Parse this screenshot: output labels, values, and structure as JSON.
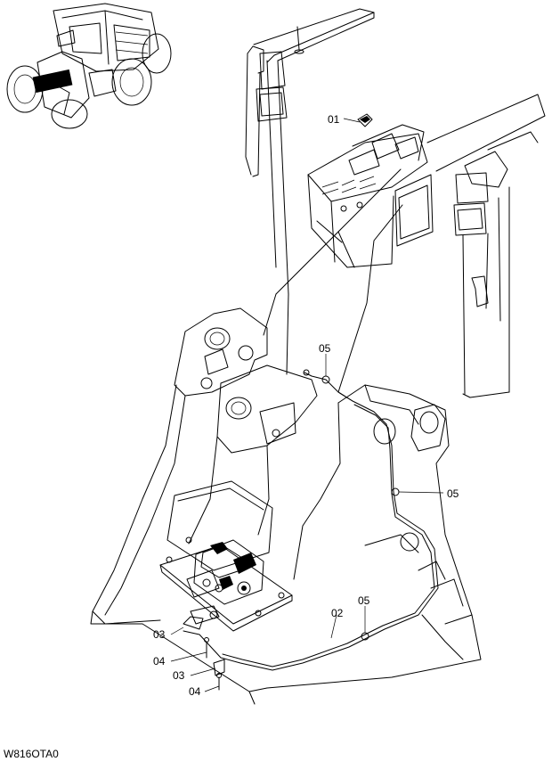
{
  "diagram": {
    "part_labels": [
      {
        "key": "p01",
        "text": "01"
      },
      {
        "key": "p02",
        "text": "02"
      },
      {
        "key": "p03a",
        "text": "03"
      },
      {
        "key": "p03b",
        "text": "03"
      },
      {
        "key": "p04a",
        "text": "04"
      },
      {
        "key": "p04b",
        "text": "04"
      },
      {
        "key": "p05a",
        "text": "05"
      },
      {
        "key": "p05b",
        "text": "05"
      },
      {
        "key": "p05c",
        "text": "05"
      }
    ],
    "drawing_code": "W816OTA0"
  }
}
